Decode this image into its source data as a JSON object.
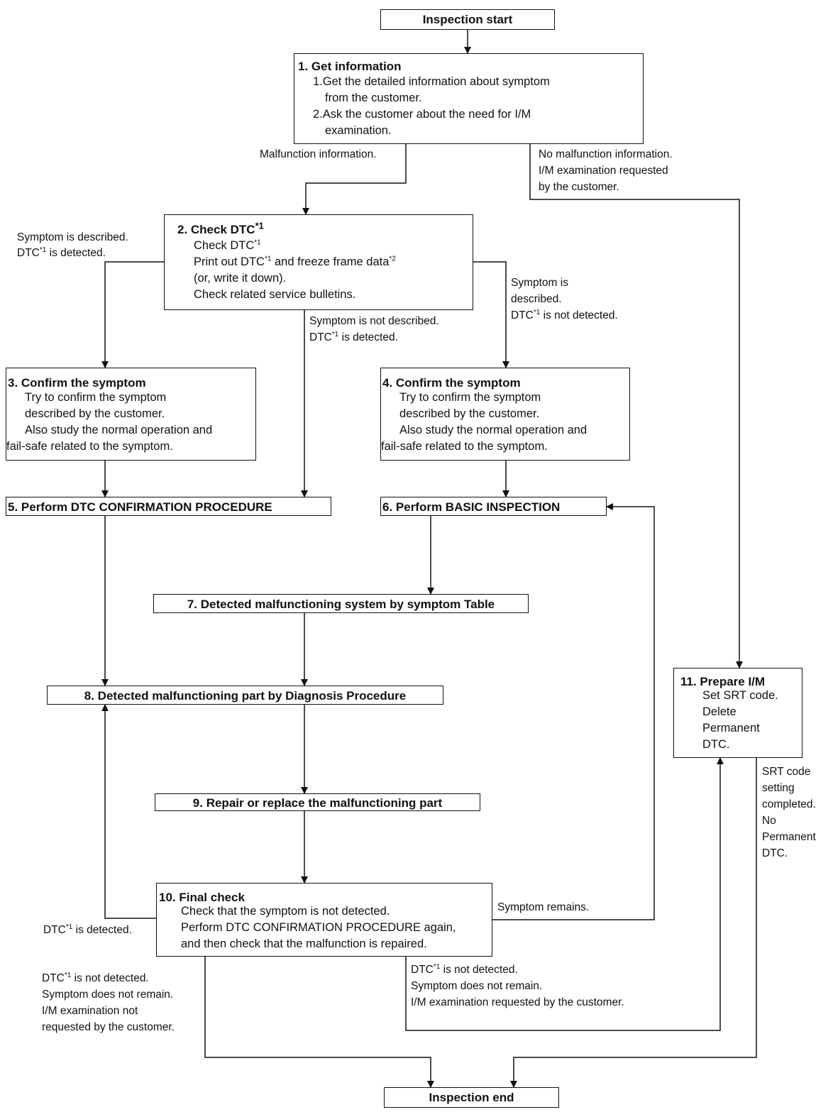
{
  "nodes": {
    "start": {
      "title": "Inspection start"
    },
    "n1": {
      "title": "1. Get information",
      "lines": [
        "1.Get the detailed information about symptom",
        "from the customer.",
        "2.Ask the customer about the need for I/M",
        "examination."
      ]
    },
    "n2": {
      "title": "2. Check DTC",
      "title_sup": "*1",
      "line1": "Check DTC",
      "line1_sup": "*1",
      "line2_a": "Print out DTC",
      "line2_sup1": "*1",
      "line2_b": " and freeze frame data",
      "line2_sup2": "*2",
      "line3": "(or, write it down).",
      "line4": "Check related service bulletins."
    },
    "n3": {
      "title": "3. Confirm the symptom",
      "lines": [
        "Try to confirm the symptom",
        "described by the customer.",
        "Also study the normal operation and",
        "fail-safe related to the symptom."
      ]
    },
    "n4": {
      "title": "4. Confirm the symptom",
      "lines": [
        "Try to confirm the symptom",
        "described by the customer.",
        "Also study the normal operation and",
        "fail-safe related to the symptom."
      ]
    },
    "n5": {
      "title": "5. Perform DTC CONFIRMATION PROCEDURE"
    },
    "n6": {
      "title": "6. Perform BASIC INSPECTION"
    },
    "n7": {
      "title": "7. Detected malfunctioning system by symptom Table"
    },
    "n8": {
      "title": "8. Detected malfunctioning part by Diagnosis Procedure"
    },
    "n9": {
      "title": "9. Repair or replace the malfunctioning part"
    },
    "n10": {
      "title": "10. Final check",
      "lines": [
        "Check that the symptom is not detected.",
        "Perform DTC CONFIRMATION PROCEDURE again,",
        "and then check that the malfunction is repaired."
      ]
    },
    "n11": {
      "title": "11. Prepare I/M",
      "lines": [
        "Set SRT code.",
        "Delete",
        "Permanent",
        "DTC."
      ]
    },
    "end": {
      "title": "Inspection end"
    }
  },
  "labels": {
    "malfunction_info": "Malfunction information.",
    "no_malfunction": [
      "No malfunction information.",
      "I/M examination requested",
      "by the customer."
    ],
    "sym_desc_detected_1": "Symptom is described.",
    "sym_desc_detected_2_a": "DTC",
    "sym_desc_detected_2_sup": "*1",
    "sym_desc_detected_2_b": " is detected.",
    "sym_not_desc_1": "Symptom is not described.",
    "sym_not_desc_2_a": "DTC",
    "sym_not_desc_2_sup": "*1",
    "sym_not_desc_2_b": " is detected.",
    "sym_desc_not_detected_1": "Symptom is",
    "sym_desc_not_detected_2": "described.",
    "sym_desc_not_detected_3_a": "DTC",
    "sym_desc_not_detected_3_sup": "*1",
    "sym_desc_not_detected_3_b": " is not detected.",
    "symptom_remains": "Symptom remains.",
    "dtc_detected_a": "DTC",
    "dtc_detected_sup": "*1",
    "dtc_detected_b": " is detected.",
    "end_left_1_a": "DTC",
    "end_left_1_sup": "*1",
    "end_left_1_b": " is not detected.",
    "end_left_rest": [
      "Symptom does not remain.",
      "I/M examination not",
      "requested by the customer."
    ],
    "to_im_1_a": "DTC",
    "to_im_1_sup": "*1",
    "to_im_1_b": " is not detected.",
    "to_im_rest": [
      "Symptom does not remain.",
      "I/M examination requested by the customer."
    ],
    "srt_done": [
      "SRT code",
      "setting",
      "completed.",
      "No",
      "Permanent",
      "DTC."
    ]
  }
}
